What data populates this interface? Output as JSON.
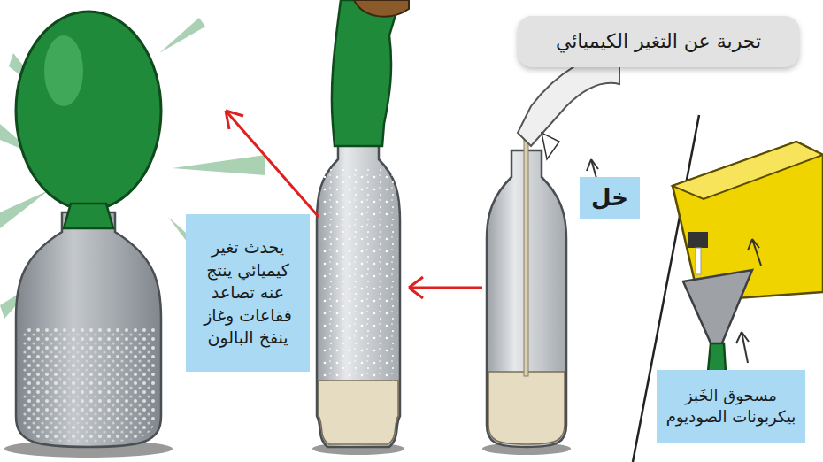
{
  "diagram": {
    "title": "تجربة عن التغير الكيميائي",
    "nodes": [
      {
        "text": [
          "يحدث تغير كيميائي ينتج عنه تصاعد فقاعات وغاز ينفخ البالون"
        ]
      },
      {
        "text": [
          "خل"
        ]
      },
      {
        "text": [
          "مسحوق الخَبز بيكربونات الصوديوم"
        ]
      }
    ]
  }
}
